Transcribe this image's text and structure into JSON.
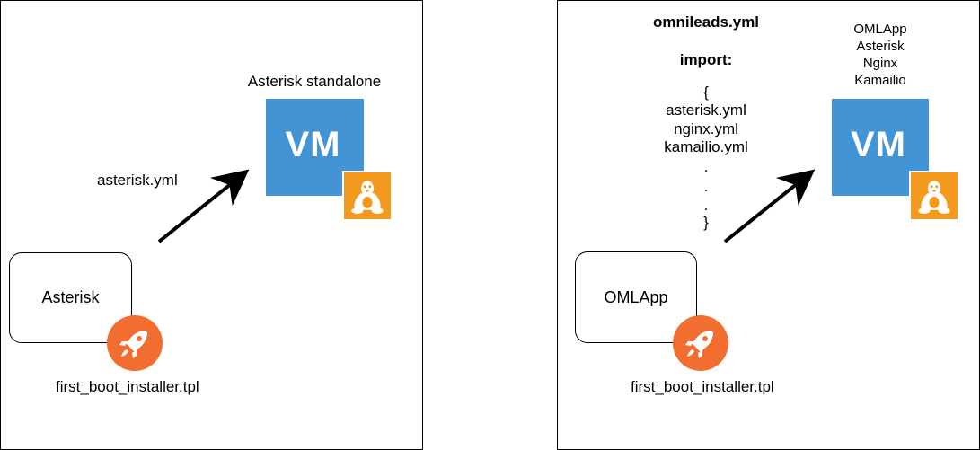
{
  "left": {
    "vm_caption": "Asterisk standalone",
    "vm_label": "VM",
    "arrow_label": "asterisk.yml",
    "component_label": "Asterisk",
    "installer_label": "first_boot_installer.tpl"
  },
  "right": {
    "title": "omnileads.yml",
    "import_label": "import:",
    "import_lines": [
      "{",
      "asterisk.yml",
      "nginx.yml",
      "kamailio.yml",
      ".",
      ".",
      ".",
      "}"
    ],
    "vm_components": [
      "OMLApp",
      "Asterisk",
      "Nginx",
      "Kamailio"
    ],
    "vm_label": "VM",
    "component_label": "OMLApp",
    "installer_label": "first_boot_installer.tpl"
  },
  "colors": {
    "vm_blue": "#4394d4",
    "linux_orange": "#f39a1e",
    "rocket_orange": "#f26d30"
  },
  "icons": {
    "linux": "linux-tux-icon",
    "rocket": "rocket-icon"
  }
}
